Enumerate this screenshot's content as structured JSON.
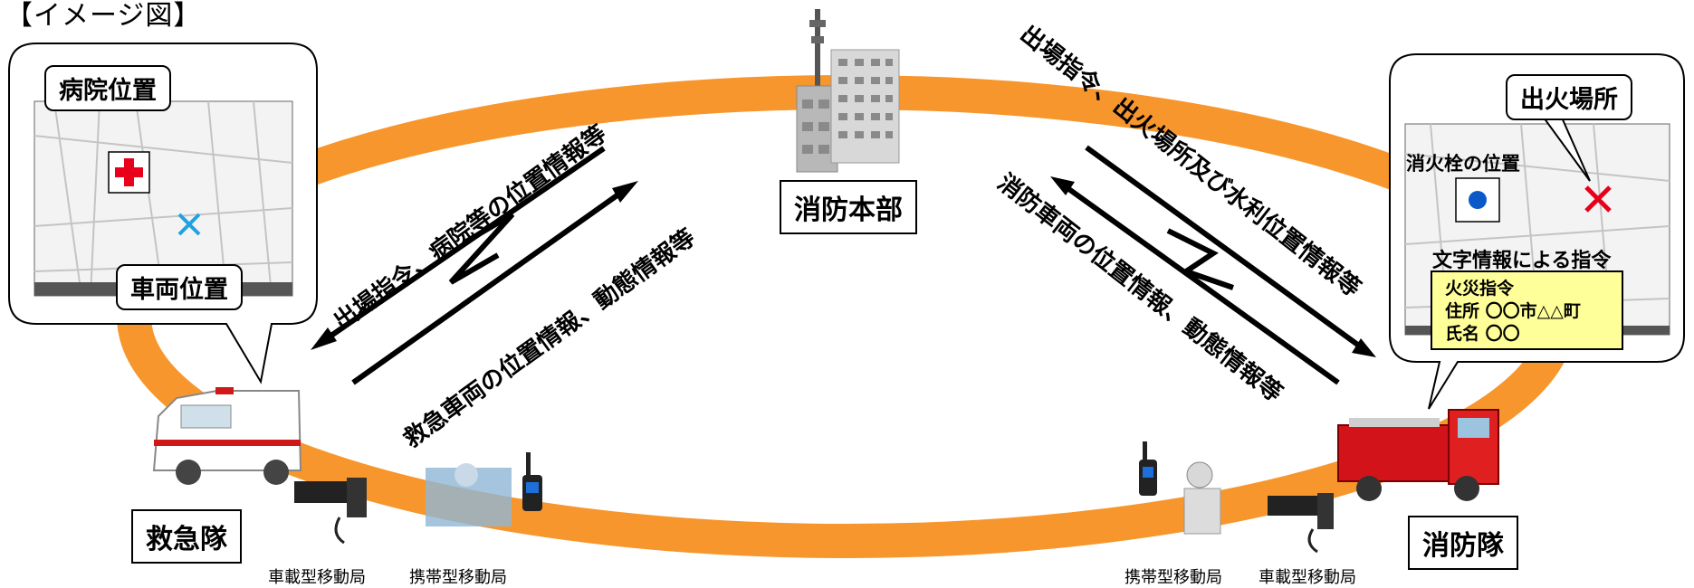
{
  "title": "【イメージ図】",
  "hq_label": "消防本部",
  "left": {
    "hospital_label": "病院位置",
    "vehicle_label": "車両位置",
    "unit_label": "救急隊",
    "vehicle_radio": "車載型移動局",
    "portable_radio": "携帯型移動局",
    "arrow_to_unit": "出場指令、病院等の位置情報等",
    "arrow_to_hq": "救急車両の位置情報、動態情報等"
  },
  "right": {
    "fire_origin_label": "出火場所",
    "hydrant_label": "消火栓の位置",
    "text_info_label": "文字情報による指令",
    "dispatch_lines": [
      "火災指令",
      "住所 〇〇市△△町",
      "氏名 〇〇"
    ],
    "unit_label": "消防隊",
    "portable_radio": "携帯型移動局",
    "vehicle_radio": "車載型移動局",
    "arrow_to_unit": "出場指令、出火場所及び水利位置情報等",
    "arrow_to_hq": "消防車両の位置情報、動態情報等"
  },
  "colors": {
    "ring": "#f7962c",
    "hospital_cross": "#e8001a",
    "vehicle_marker": "#1fa3e0",
    "fire_marker": "#e8001a",
    "hydrant": "#0b58c8",
    "dispatch_box": "#ffff99"
  }
}
